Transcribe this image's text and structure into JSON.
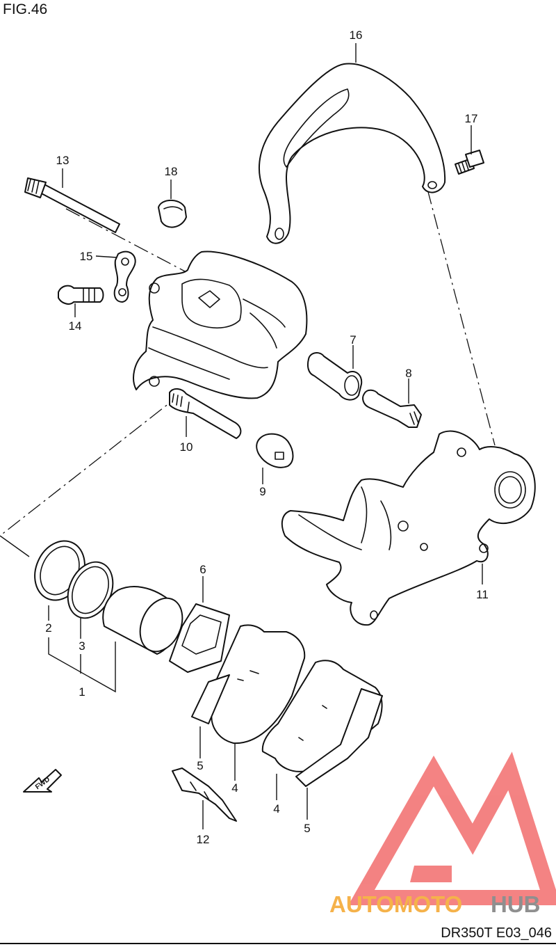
{
  "figure": {
    "title": "FIG.46",
    "drawing_code": "DR350T E03_046"
  },
  "watermark": {
    "brand_part1": "AUTOMOTO",
    "brand_part2": "HUB",
    "colors": {
      "logo": "#f26d6d",
      "text1": "#f5b24a",
      "text2": "#9a9a9a"
    }
  },
  "fwd_arrow": {
    "label": "FWD"
  },
  "callouts": {
    "c1": "1",
    "c2": "2",
    "c3": "3",
    "c4a": "4",
    "c4b": "4",
    "c5a": "5",
    "c5b": "5",
    "c6": "6",
    "c7": "7",
    "c8": "8",
    "c9": "9",
    "c10": "10",
    "c11": "11",
    "c12": "12",
    "c13": "13",
    "c14": "14",
    "c15": "15",
    "c16": "16",
    "c17": "17",
    "c18": "18"
  }
}
